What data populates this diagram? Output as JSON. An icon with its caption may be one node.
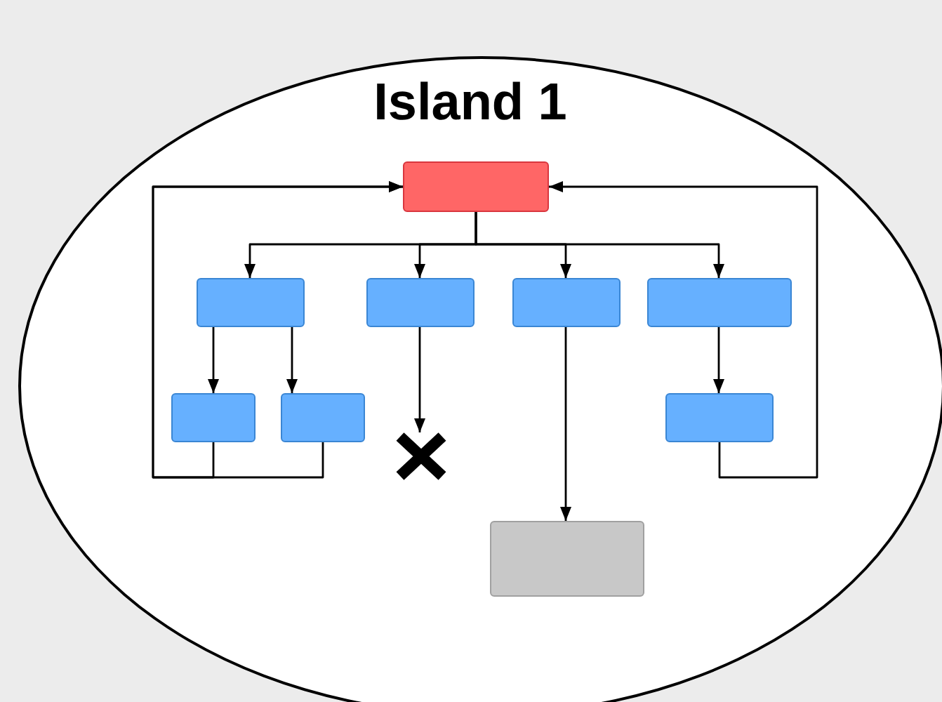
{
  "diagram": {
    "nodes": [
      {
        "text": [
          "Island 1"
        ]
      },
      {
        "text": [],
        "shape": "box",
        "in": 0
      },
      {
        "text": [],
        "shape": "box",
        "in": 0
      },
      {
        "text": [],
        "shape": "box",
        "in": 0
      },
      {
        "text": [],
        "shape": "box",
        "in": 0
      },
      {
        "text": [],
        "shape": "box",
        "in": 0
      },
      {
        "text": [],
        "shape": "box",
        "in": 0
      },
      {
        "text": [],
        "shape": "box",
        "in": 0
      },
      {
        "text": [],
        "shape": "box",
        "in": 0
      },
      {
        "text": [],
        "shape": "cross",
        "in": 0
      },
      {
        "text": [],
        "shape": "box",
        "in": 0
      }
    ],
    "edges": [
      {
        "from": 1,
        "to": 2,
        "arrow": "to"
      },
      {
        "from": 1,
        "to": 3,
        "arrow": "to"
      },
      {
        "from": 1,
        "to": 4,
        "arrow": "to"
      },
      {
        "from": 1,
        "to": 5,
        "arrow": "to"
      },
      {
        "from": 2,
        "to": 6,
        "arrow": "to"
      },
      {
        "from": 2,
        "to": 7,
        "arrow": "to"
      },
      {
        "from": 3,
        "to": 9,
        "arrow": "to"
      },
      {
        "from": 4,
        "to": 10,
        "arrow": "to"
      },
      {
        "from": 5,
        "to": 8,
        "arrow": "to"
      },
      {
        "from": 6,
        "to": 1,
        "arrow": "to"
      },
      {
        "from": 7,
        "to": 1,
        "arrow": "to"
      },
      {
        "from": 8,
        "to": 1,
        "arrow": "to"
      }
    ]
  }
}
